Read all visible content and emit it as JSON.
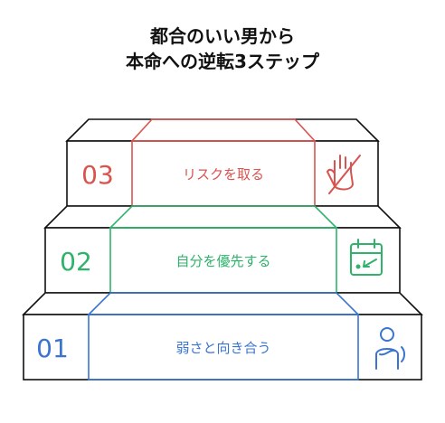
{
  "title": {
    "line1": "都合のいい男から",
    "line2": "本命への逆転3ステップ"
  },
  "steps": [
    {
      "number": "03",
      "label": "リスクを取る",
      "color": "#d9534f",
      "icon": "hand-slash-icon"
    },
    {
      "number": "02",
      "label": "自分を優先する",
      "color": "#2fb36a",
      "icon": "calendar-icon"
    },
    {
      "number": "01",
      "label": "弱さと向き合う",
      "color": "#3a74d0",
      "icon": "person-reflect-icon"
    }
  ],
  "colors": {
    "outline": "#111111"
  }
}
